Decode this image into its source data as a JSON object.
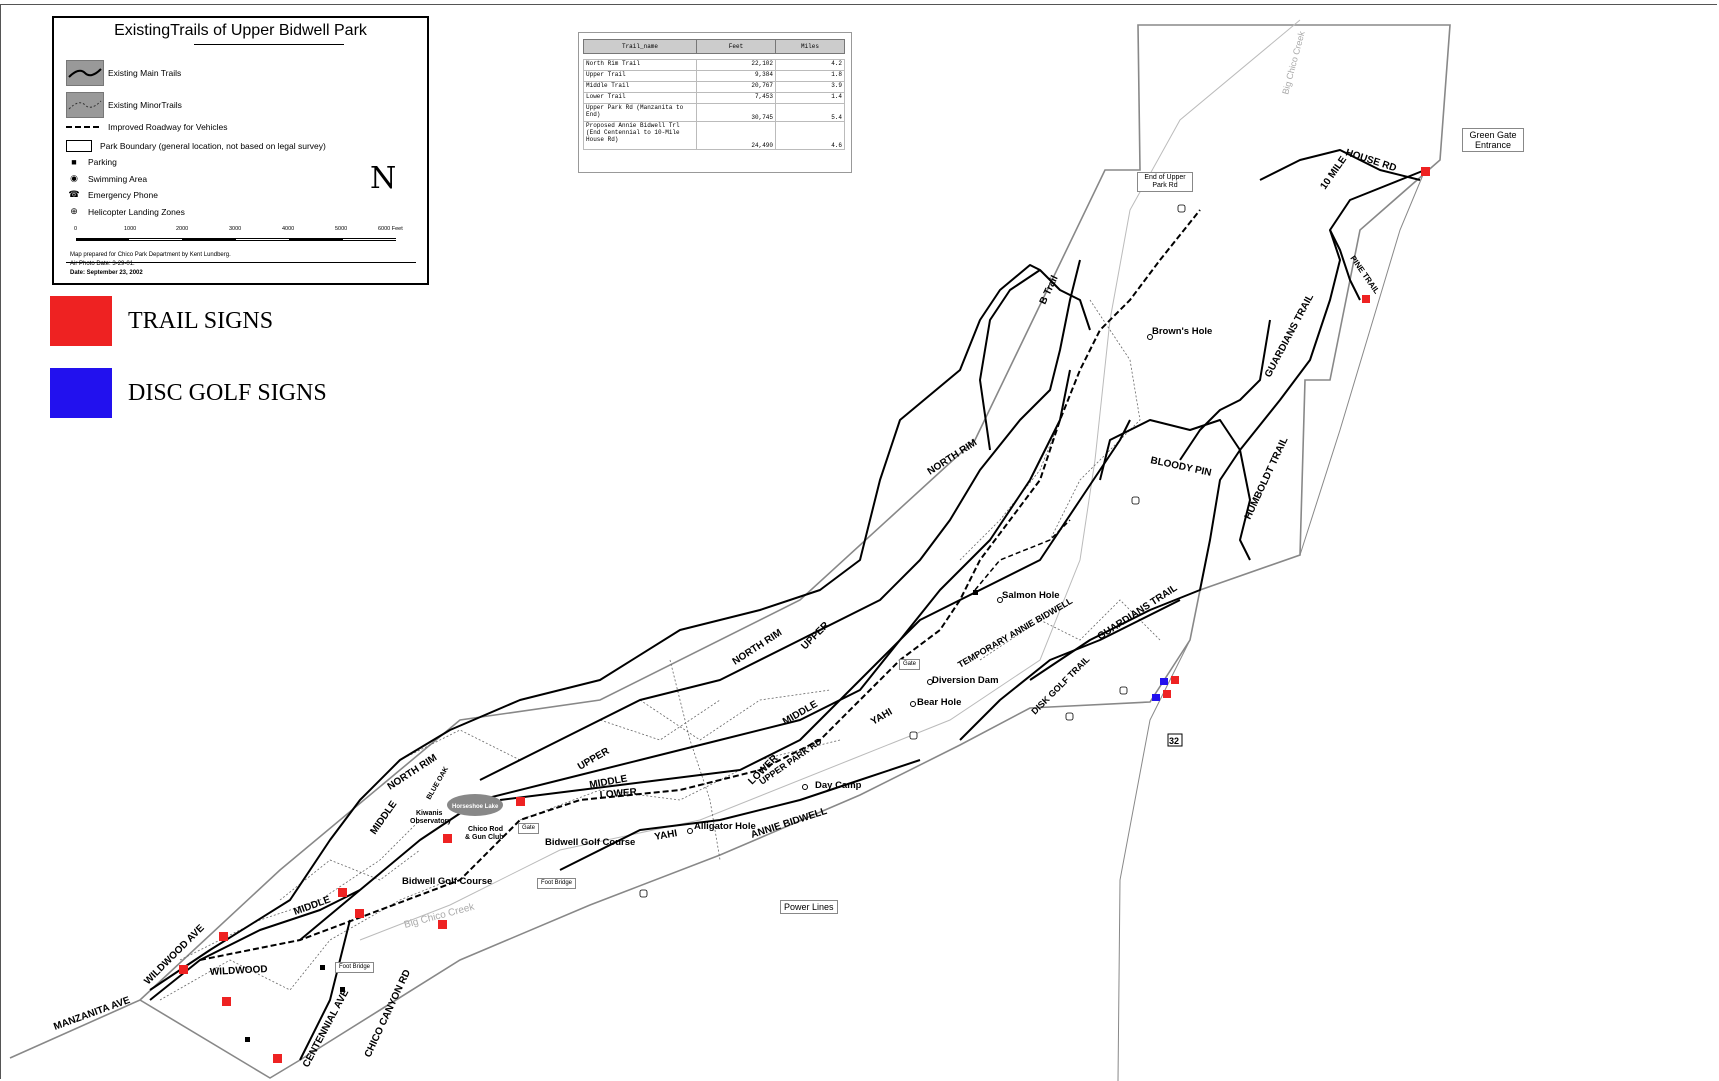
{
  "legend": {
    "title": "ExistingTrails of Upper Bidwell Park",
    "items": [
      {
        "label": "Existing Main Trails",
        "icon": "main-trail-swatch"
      },
      {
        "label": "Existing MinorTrails",
        "icon": "minor-trail-swatch"
      },
      {
        "label": "Improved Roadway for Vehicles",
        "icon": "roadway-dash"
      },
      {
        "label": "Park Boundary (general location, not based on legal survey)",
        "icon": "boundary-box"
      },
      {
        "label": "Parking",
        "icon": "parking-square-icon"
      },
      {
        "label": "Swimming Area",
        "icon": "swimming-dot-icon"
      },
      {
        "label": "Emergency Phone",
        "icon": "phone-icon"
      },
      {
        "label": "Helicopter Landing Zones",
        "icon": "helicopter-icon"
      }
    ],
    "scale_labels": [
      "0",
      "1000",
      "2000",
      "3000",
      "4000",
      "5000",
      "6000 Feet"
    ],
    "north": "N",
    "credits": [
      "Map prepared for Chico Park Department by Kent Lundberg.",
      "Air Photo Date: 3-29-01.",
      "Date: September 23, 2002"
    ]
  },
  "sign_legend": [
    {
      "label": "TRAIL SIGNS",
      "color": "#ee2222"
    },
    {
      "label": "DISC GOLF SIGNS",
      "color": "#2211ee"
    }
  ],
  "distance_table": {
    "headers": [
      "Trail_name",
      "Feet",
      "Miles"
    ],
    "rows": [
      {
        "name": "North Rim Trail",
        "feet": "22,102",
        "miles": "4.2"
      },
      {
        "name": "Upper Trail",
        "feet": "9,384",
        "miles": "1.8"
      },
      {
        "name": "Middle Trail",
        "feet": "20,767",
        "miles": "3.9"
      },
      {
        "name": "Lower Trail",
        "feet": "7,453",
        "miles": "1.4"
      },
      {
        "name": "Upper Park Rd (Manzanita to End)",
        "feet": "30,745",
        "miles": "5.4"
      },
      {
        "name": "Proposed Annie Bidwell Trl (End Centennial to 10-Mile House Rd)",
        "feet": "24,490",
        "miles": "4.6"
      }
    ]
  },
  "callouts": {
    "end_upper_park_rd": "End of Upper Park Rd",
    "green_gate": "Green Gate Entrance",
    "power_lines": "Power Lines",
    "foot_bridge": "Foot Bridge",
    "gate": "Gate"
  },
  "trail_labels": {
    "north_rim": "NORTH RIM",
    "upper": "UPPER",
    "middle": "MIDDLE",
    "lower": "LOWER",
    "b_trail": "B Trail",
    "bloody_pin": "BLOODY PIN",
    "humboldt": "HUMBOLDT TRAIL",
    "guardians": "GUARDIANS TRAIL",
    "pine": "PINE TRAIL",
    "ten_mile": "10 MILE",
    "house_rd": "HOUSE RD",
    "temporary_annie": "TEMPORARY ANNIE BIDWELL",
    "disk_golf": "DISK GOLF TRAIL",
    "yahi": "YAHI",
    "upper_park_rd": "UPPER PARK RD",
    "annie_bidwell": "ANNIE BIDWELL",
    "wildwood_ave": "WILDWOOD AVE",
    "wildwood": "WILDWOOD",
    "manzanita_ave": "MANZANITA AVE",
    "centennial_ave": "CENTENNIAL AVE",
    "chico_canyon_rd": "CHICO CANYON RD",
    "blue_oak": "BLUE OAK",
    "big_chico_creek": "Big Chico Creek",
    "route_32": "32"
  },
  "place_labels": {
    "browns_hole": "Brown's Hole",
    "salmon_hole": "Salmon Hole",
    "diversion_dam": "Diversion Dam",
    "bear_hole": "Bear Hole",
    "day_camp": "Day Camp",
    "alligator_hole": "Alligator Hole",
    "golf_course_a": "Bidwell Golf Course",
    "golf_course_b": "Bidwell Golf Course",
    "kiwanis": "Kiwanis",
    "observatory": "Observatory",
    "chico_rod_1": "Chico Rod",
    "chico_rod_2": "& Gun Club",
    "horseshoe_lake": "Horseshoe Lake"
  }
}
